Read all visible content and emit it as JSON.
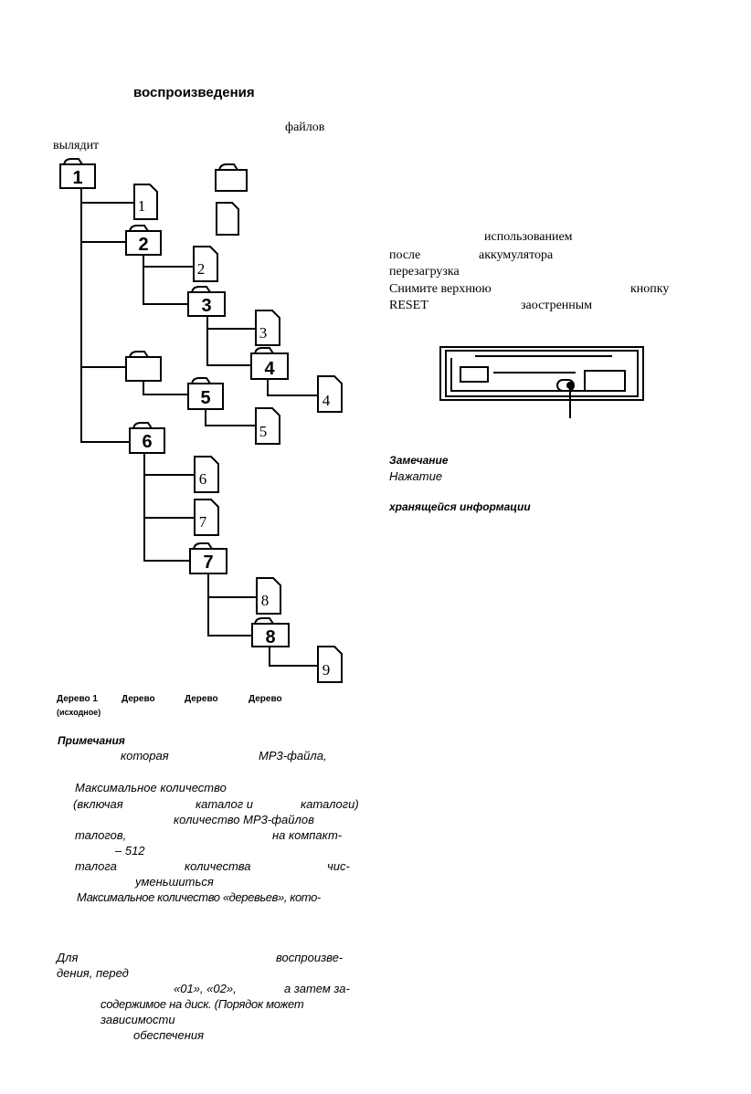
{
  "heading": "воспроизведения",
  "intro": {
    "word1": "файлов",
    "word2": "вылядит"
  },
  "tree": {
    "folders": [
      "1",
      "2",
      "3",
      "4",
      "5",
      "6",
      "7",
      "8"
    ],
    "files": [
      "1",
      "2",
      "3",
      "4",
      "5",
      "6",
      "7",
      "8",
      "9"
    ]
  },
  "tree_captions": {
    "c1": "Дерево 1",
    "c1_sub": "(исходное)",
    "c2": "Дерево",
    "c3": "Дерево",
    "c4": "Дерево"
  },
  "notes": {
    "title": "Примечания",
    "l1a": "которая",
    "l1b": "МР3-файла,",
    "l2": "Максимальное количество",
    "l3a": "(включая",
    "l3b": "каталог и",
    "l3c": "каталоги)",
    "l4": "количество МР3-файлов",
    "l5a": "талогов,",
    "l5b": "на компакт-",
    "l6": "– 512",
    "l7a": "талога",
    "l7b": "количества",
    "l7c": "чис-",
    "l8": "уменьшиться",
    "l9": "Максимальное количество «деревьев», кото-",
    "p2a": "Для",
    "p2b": "воспроизве-",
    "p2c": "дения, перед",
    "p2d": "«01», «02»,",
    "p2e": "а затем за-",
    "p2f": "содержимое на диск. (Порядок может",
    "p2g": "зависимости",
    "p2h": "обеспечения"
  },
  "reset": {
    "l1": "использованием",
    "l2a": "после",
    "l2b": "аккумулятора",
    "l3": "перезагрузка",
    "l4a": "Снимите верхнюю",
    "l4b": "кнопку",
    "l5a": "RESET",
    "l5b": "заостренным"
  },
  "remark": {
    "title": "Замечание",
    "l1": "Нажатие",
    "l2": "хранящейся информации"
  }
}
